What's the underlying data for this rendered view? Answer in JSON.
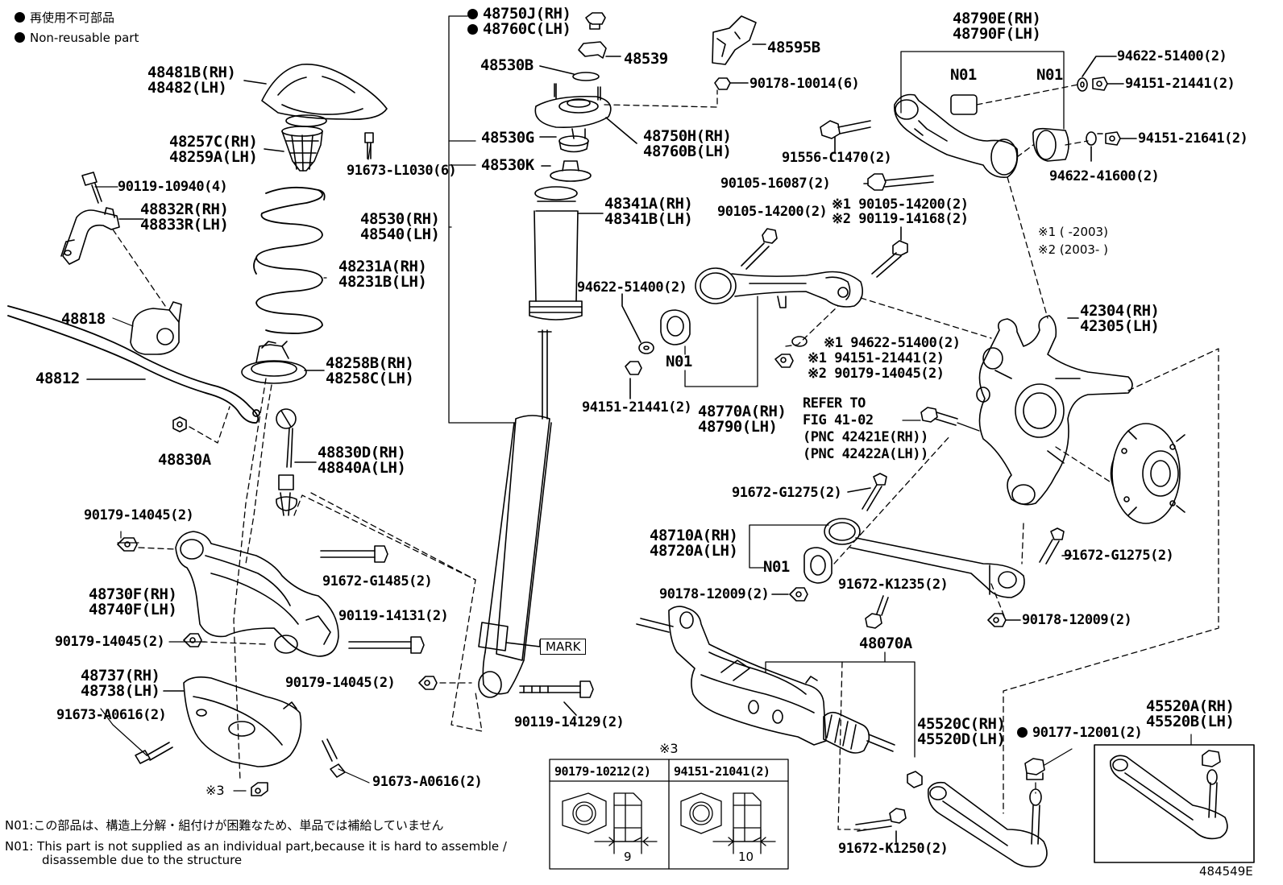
{
  "legend": {
    "non_reusable_jp": "再使用不可部品",
    "non_reusable_en": "Non-reusable part"
  },
  "labels": {
    "p48481": [
      "48481B(RH)",
      "48482(LH)"
    ],
    "p48257": [
      "48257C(RH)",
      "48259A(LH)"
    ],
    "p91673l": "91673-L1030(6)",
    "p90119_10940": "90119-10940(4)",
    "p48832": [
      "48832R(RH)",
      "48833R(LH)"
    ],
    "p48231": [
      "48231A(RH)",
      "48231B(LH)"
    ],
    "p48818": "48818",
    "p48812": "48812",
    "p48258": [
      "48258B(RH)",
      "48258C(LH)"
    ],
    "p48830a": "48830A",
    "p48830d": [
      "48830D(RH)",
      "48840A(LH)"
    ],
    "p90179_a": "90179-14045(2)",
    "p91672_g1485": "91672-G1485(2)",
    "p48730": [
      "48730F(RH)",
      "48740F(LH)"
    ],
    "p90119_14131": "90119-14131(2)",
    "p90179_b": "90179-14045(2)",
    "p48737": [
      "48737(RH)",
      "48738(LH)"
    ],
    "p91673_a1": "91673-A0616(2)",
    "p91673_a2": "91673-A0616(2)",
    "p3mark": "※3",
    "p48750j": [
      "48750J(RH)",
      "48760C(LH)"
    ],
    "p48539": "48539",
    "p48530b": "48530B",
    "p48530g": "48530G",
    "p48530k": "48530K",
    "p48750h": [
      "48750H(RH)",
      "48760B(LH)"
    ],
    "p48530": [
      "48530(RH)",
      "48540(LH)"
    ],
    "p48341": [
      "48341A(RH)",
      "48341B(LH)"
    ],
    "p48595b": "48595B",
    "p90178_10014": "90178-10014(6)",
    "p90179_c": "90179-14045(2)",
    "p90119_14129": "90119-14129(2)",
    "mark": "MARK",
    "p48790e": [
      "48790E(RH)",
      "48790F(LH)"
    ],
    "n01": "N01",
    "p94622_51400a": "94622-51400(2)",
    "p94151_21441a": "94151-21441(2)",
    "p94151_21641": "94151-21641(2)",
    "p94622_41600": "94622-41600(2)",
    "p91556": "91556-C1470(2)",
    "p90105_16087": "90105-16087(2)",
    "p90105_14200a": "90105-14200(2)",
    "p_m1_90105": "※1 90105-14200(2)",
    "p_m2_90119": "※2 90119-14168(2)",
    "note_m1": "※1 (      -2003)",
    "note_m2": "※2 (2003-      )",
    "p94622_51400b": "94622-51400(2)",
    "p_m1_94622": "※1 94622-51400(2)",
    "p_m1_94151": "※1 94151-21441(2)",
    "p_m2_90179": "※2 90179-14045(2)",
    "p94151_21441b": "94151-21441(2)",
    "p48770a": [
      "48770A(RH)",
      "48790(LH)"
    ],
    "p42304": [
      "42304(RH)",
      "42305(LH)"
    ],
    "refer": [
      "REFER TO",
      "FIG 41-02",
      "(PNC 42421E(RH))",
      "(PNC 42422A(LH))"
    ],
    "p91672_g1275a": "91672-G1275(2)",
    "p91672_g1275b": "91672-G1275(2)",
    "p48710a": [
      "48710A(RH)",
      "48720A(LH)"
    ],
    "p90178_12009a": "90178-12009(2)",
    "p91672_k1235": "91672-K1235(2)",
    "p90178_12009b": "90178-12009(2)",
    "p48070a": "48070A",
    "p45520c": [
      "45520C(RH)",
      "45520D(LH)"
    ],
    "p90177": "90177-12001(2)",
    "p45520a": [
      "45520A(RH)",
      "45520B(LH)"
    ],
    "p91672_k1250": "91672-K1250(2)",
    "inset_mark": "※3",
    "inset_left": "90179-10212(2)",
    "inset_right": "94151-21041(2)",
    "dim_left": "9",
    "dim_right": "10",
    "note_jp_prefix": "N01:",
    "note_jp": "この部品は、構造上分解・組付けが困難なため、単品では補給していません",
    "note_en_prefix": "N01:",
    "note_en_1": "This part is not supplied as an individual part,because it is hard to assemble /",
    "note_en_2": "disassemble due to the structure",
    "sheet_id": "484549E"
  }
}
